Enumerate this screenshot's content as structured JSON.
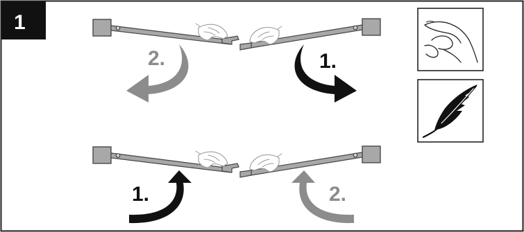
{
  "step_badge": "1",
  "top_row": {
    "left_arrow": {
      "label": "2.",
      "color": "#8c8c8c"
    },
    "right_arrow": {
      "label": "1.",
      "color": "#111111"
    }
  },
  "bottom_row": {
    "left_arrow": {
      "label": "1.",
      "color": "#111111"
    },
    "right_arrow": {
      "label": "2.",
      "color": "#8c8c8c"
    }
  },
  "side_icons": [
    "light-touch-hand-icon",
    "feather-icon"
  ],
  "colors": {
    "frame": "#222222",
    "badge": "#111111",
    "part_fill": "#a8a8a8"
  }
}
